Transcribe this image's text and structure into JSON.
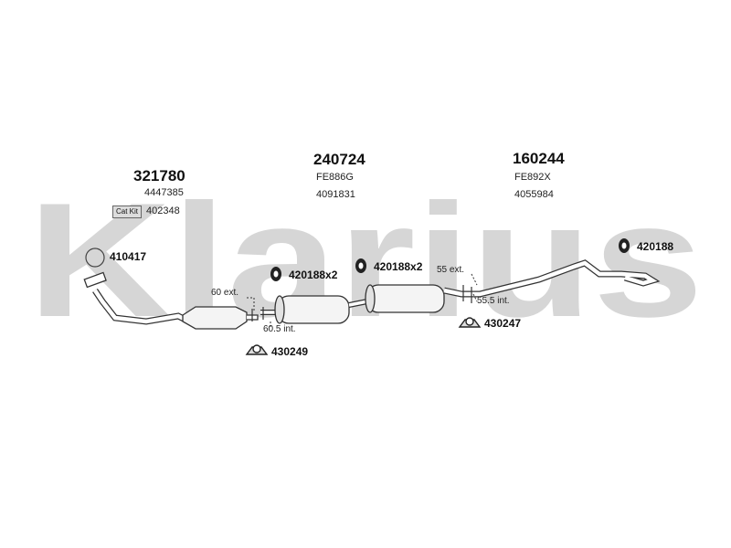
{
  "watermark": {
    "text": "Klarius",
    "color": "#d6d6d6"
  },
  "parts": {
    "front_pipe": {
      "number": "321780",
      "oe": "4447385"
    },
    "middle_silencer": {
      "number": "240724",
      "code": "FE886G",
      "oe": "4091831"
    },
    "rear_silencer": {
      "number": "160244",
      "code": "FE892X",
      "oe": "4055984"
    }
  },
  "cat_kit": {
    "badge": "Cat Kit",
    "number": "402348"
  },
  "fittings": {
    "gasket": "410417",
    "mount_front": "420188x2",
    "mount_mid": "420188x2",
    "mount_rear": "420188",
    "clamp_front": "430249",
    "clamp_rear": "430247"
  },
  "dimensions": {
    "ext_60": "60 ext.",
    "int_60_5": "60.5 int.",
    "ext_55": "55 ext.",
    "int_55_5": "55.5 int."
  }
}
